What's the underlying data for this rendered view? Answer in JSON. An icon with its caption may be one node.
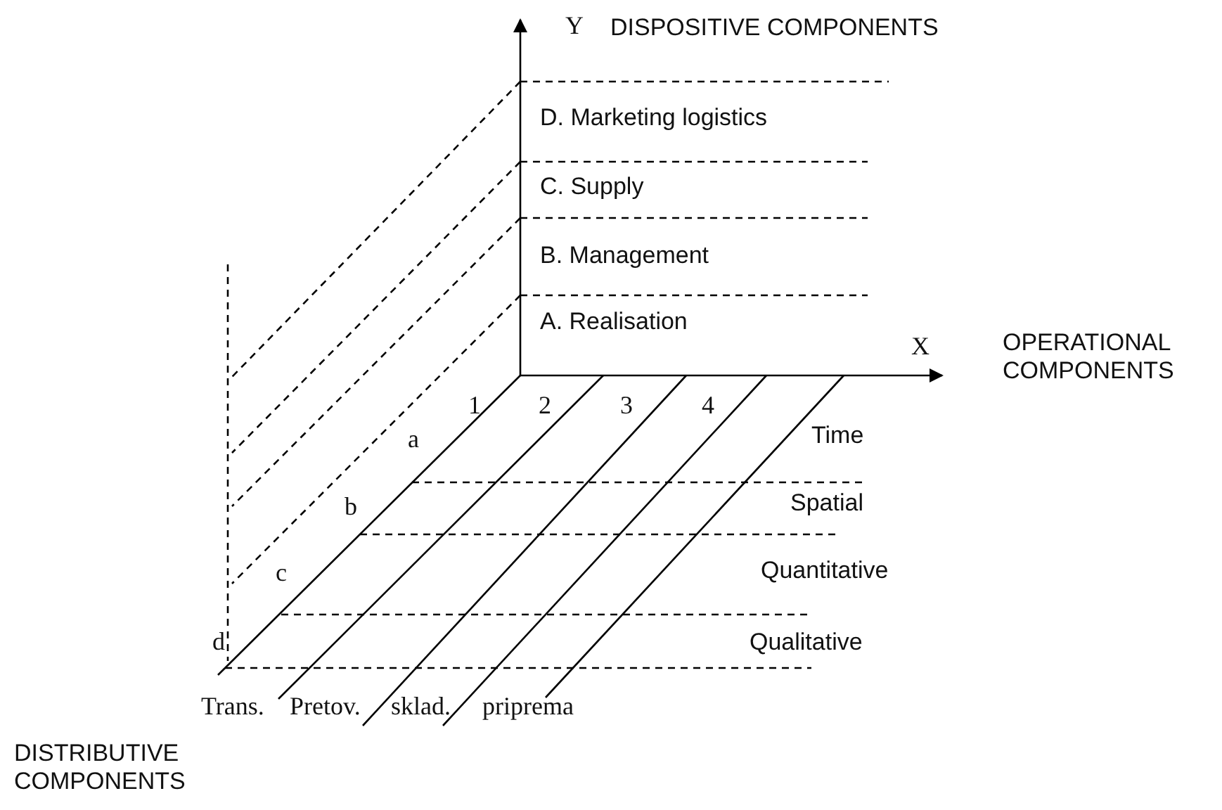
{
  "diagram": {
    "labels": [
      "Y",
      "DISPOSITIVE COMPONENTS",
      "D. Marketing logistics",
      "C. Supply",
      "B. Management",
      "A. Realisation",
      "X",
      "OPERATIONAL COMPONENTS",
      "1",
      "2",
      "3",
      "4",
      "a",
      "Time",
      "b",
      "Spatial",
      "c",
      "Quantitative",
      "d",
      "Qualitative",
      "Trans.",
      "Pretov.",
      "sklad.",
      "priprema",
      "DISTRIBUTIVE COMPONENTS"
    ]
  }
}
